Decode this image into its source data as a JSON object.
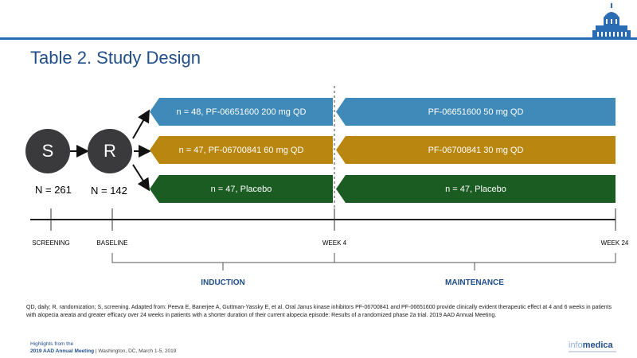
{
  "title": "Table 2. Study Design",
  "colors": {
    "accent": "#2a6db5",
    "arm_blue": "#3f8ab8",
    "arm_gold": "#b9860f",
    "arm_green": "#1a5c22",
    "circle": "#3a3a3c"
  },
  "nodes": {
    "screening": {
      "letter": "S",
      "n": "N = 261"
    },
    "randomization": {
      "letter": "R",
      "n": "N = 142"
    }
  },
  "arms": {
    "induction": [
      "n = 48, PF-06651600 200 mg QD",
      "n = 47, PF-06700841 60 mg QD",
      "n = 47, Placebo"
    ],
    "maintenance": [
      "PF-06651600 50 mg QD",
      "PF-06700841 30 mg QD",
      "n = 47, Placebo"
    ]
  },
  "timeline": {
    "ticks": [
      "SCREENING",
      "BASELINE",
      "WEEK 4",
      "WEEK 24"
    ],
    "phases": [
      "INDUCTION",
      "MAINTENANCE"
    ]
  },
  "footnote": "QD, daily; R, randomization; S, screening. Adapted from: Peeva E, Banerjee A, Guttman-Yassky E, et al. Oral Janus kinase inhibitors PF-06700841 and PF-06651600 provide clinically evident therapeutic effect at 4 and 6 weeks in patients with alopecia areata and greater efficacy over 24 weeks in patients with a shorter duration of their current alopecia episode: Results of a randomized phase 2a trial. 2019 AAD Annual Meeting.",
  "footer": {
    "highlights": "Highlights from the",
    "meeting": "2019 AAD Annual Meeting",
    "location": "| Washington, DC, March 1-5, 2019",
    "logo_a": "info",
    "logo_b": "medica"
  }
}
